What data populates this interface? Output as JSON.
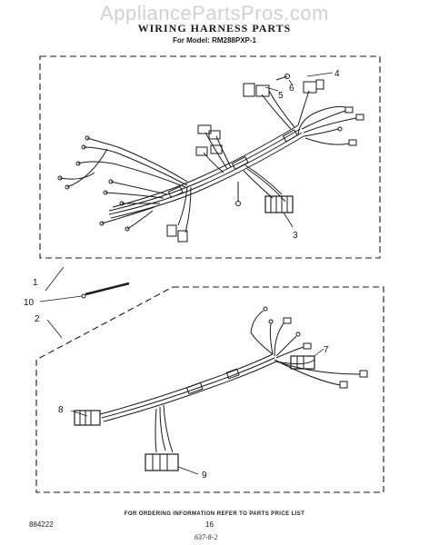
{
  "watermark": "AppliancePartsPros.com",
  "header": {
    "title": "WIRING HARNESS PARTS",
    "model": "For Model: RM288PXP-1"
  },
  "callouts": {
    "c1": "1",
    "c2": "2",
    "c3": "3",
    "c4": "4",
    "c5": "5",
    "c6": "6",
    "c7": "7",
    "c8": "8",
    "c9": "9",
    "c10": "10"
  },
  "footer": {
    "ordering_note": "FOR ORDERING INFORMATION REFER TO PARTS PRICE LIST",
    "doc_number": "884222",
    "page_number": "16",
    "handwritten": "637-8-2"
  }
}
